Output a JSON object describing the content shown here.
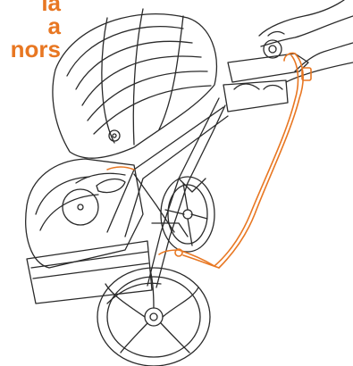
{
  "caption": {
    "line1": "la",
    "line2": "a",
    "line3": "nors"
  },
  "colors": {
    "accent": "#e87722",
    "ink": "#2a2a2a"
  },
  "illustration": {
    "subject": "stroller-icon"
  }
}
